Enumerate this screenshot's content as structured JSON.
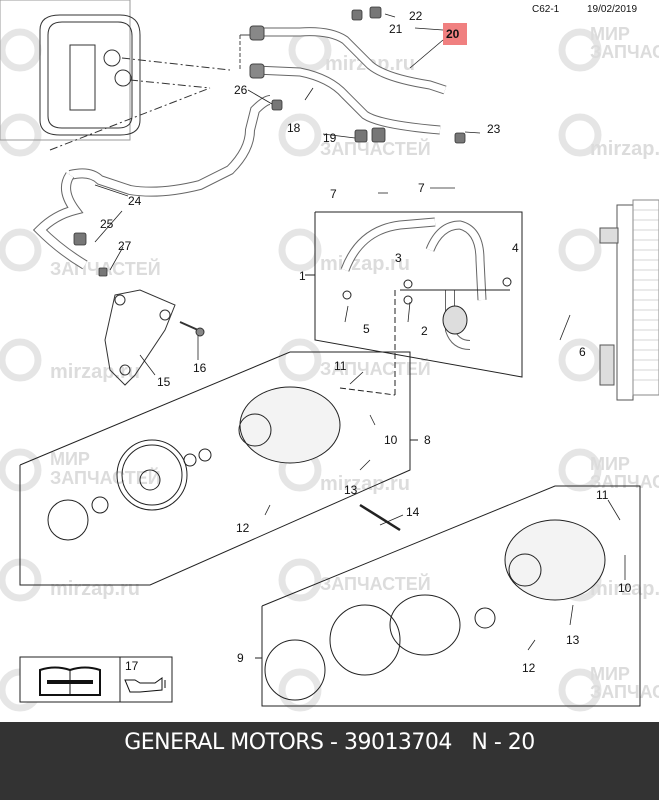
{
  "header": {
    "diagram_code": "C62-1",
    "date": "19/02/2019"
  },
  "highlighted_part": {
    "number": "20",
    "highlight_color": "#f08080"
  },
  "callouts": [
    {
      "id": "1",
      "label": "1"
    },
    {
      "id": "2",
      "label": "2"
    },
    {
      "id": "3",
      "label": "3"
    },
    {
      "id": "4",
      "label": "4"
    },
    {
      "id": "5",
      "label": "5"
    },
    {
      "id": "6",
      "label": "6"
    },
    {
      "id": "7a",
      "label": "7"
    },
    {
      "id": "7b",
      "label": "7"
    },
    {
      "id": "8",
      "label": "8"
    },
    {
      "id": "9",
      "label": "9"
    },
    {
      "id": "10a",
      "label": "10"
    },
    {
      "id": "10b",
      "label": "10"
    },
    {
      "id": "11a",
      "label": "11"
    },
    {
      "id": "11b",
      "label": "11"
    },
    {
      "id": "12a",
      "label": "12"
    },
    {
      "id": "12b",
      "label": "12"
    },
    {
      "id": "13a",
      "label": "13"
    },
    {
      "id": "13b",
      "label": "13"
    },
    {
      "id": "14",
      "label": "14"
    },
    {
      "id": "15",
      "label": "15"
    },
    {
      "id": "16",
      "label": "16"
    },
    {
      "id": "17",
      "label": "17"
    },
    {
      "id": "18",
      "label": "18"
    },
    {
      "id": "19",
      "label": "19"
    },
    {
      "id": "20",
      "label": "20"
    },
    {
      "id": "21",
      "label": "21"
    },
    {
      "id": "22",
      "label": "22"
    },
    {
      "id": "23",
      "label": "23"
    },
    {
      "id": "24",
      "label": "24"
    },
    {
      "id": "25",
      "label": "25"
    },
    {
      "id": "26",
      "label": "26"
    },
    {
      "id": "27",
      "label": "27"
    }
  ],
  "legend_box": {
    "manual_icon": "book-wrench-icon",
    "oil_reference": "17",
    "oil_icon": "oil-can-icon"
  },
  "watermarks": {
    "line1": "МИР",
    "line2": "ЗАПЧАСТЕЙ",
    "site": "mirzap.ru"
  },
  "footer": {
    "text": "GENERAL MOTORS - 39013704   N - 20"
  }
}
